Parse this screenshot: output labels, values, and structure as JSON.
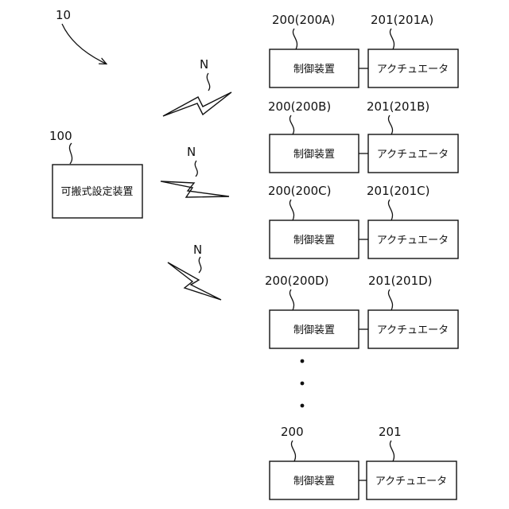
{
  "system_ref": "10",
  "portable_device": {
    "ref": "100",
    "label": "可搬式設定装置"
  },
  "signal_label": "N",
  "units": [
    {
      "controller_ref": "200(200A)",
      "controller_label": "制御装置",
      "actuator_ref": "201(201A)",
      "actuator_label": "アクチュエータ"
    },
    {
      "controller_ref": "200(200B)",
      "controller_label": "制御装置",
      "actuator_ref": "201(201B)",
      "actuator_label": "アクチュエータ"
    },
    {
      "controller_ref": "200(200C)",
      "controller_label": "制御装置",
      "actuator_ref": "201(201C)",
      "actuator_label": "アクチュエータ"
    },
    {
      "controller_ref": "200(200D)",
      "controller_label": "制御装置",
      "actuator_ref": "201(201D)",
      "actuator_label": "アクチュエータ"
    },
    {
      "controller_ref": "200",
      "controller_label": "制御装置",
      "actuator_ref": "201",
      "actuator_label": "アクチュエータ"
    }
  ],
  "continuation_marker": "⋮"
}
